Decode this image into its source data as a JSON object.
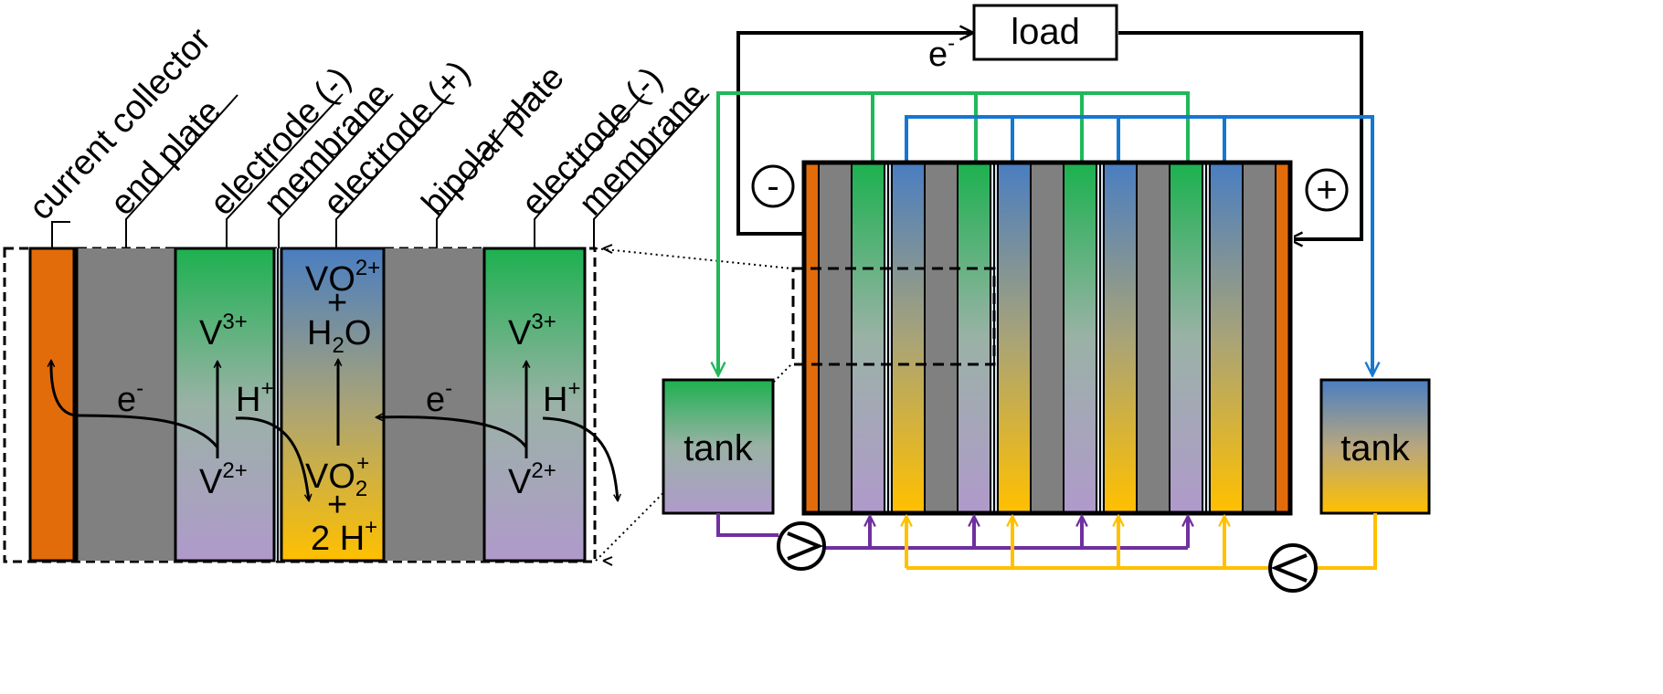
{
  "left_detail": {
    "labels": {
      "current_collector": "current collector",
      "end_plate": "end plate",
      "electrode_neg_1": "electrode (-)",
      "membrane_1": "membrane",
      "electrode_pos": "electrode (+)",
      "bipolar_plate": "bipolar plate",
      "electrode_neg_2": "electrode (-)",
      "membrane_2": "membrane"
    },
    "ions": {
      "v3_base": "V",
      "v3_sup": "3+",
      "v2_base": "V",
      "v2_sup": "2+",
      "h_base": "H",
      "h_sup": "+",
      "e_base": "e",
      "e_sup": "-",
      "vo2plus_base": "VO",
      "vo2plus_sup": "2+",
      "plus": "+",
      "h2o_h": "H",
      "h2o_sub": "2",
      "h2o_o": "O",
      "vo2_base": "VO",
      "vo2_sub": "2",
      "vo2_sup": "+",
      "twoh_base": "2 H",
      "twoh_sup": "+"
    }
  },
  "system": {
    "load_label": "load",
    "electron_base": "e",
    "electron_sup": "-",
    "neg_terminal": "-",
    "pos_terminal": "+",
    "tank_left_label": "tank",
    "tank_right_label": "tank"
  },
  "colors": {
    "orange": "#E36C0A",
    "gray": "#808080",
    "green": "#1DB150",
    "blue": "#4A7EC1",
    "lavender": "#B09ACB",
    "yellow": "#FFC000",
    "pipe_green": "#1FB959",
    "pipe_blue": "#1577D2",
    "pipe_purple": "#7030A0",
    "pipe_yellow": "#FFC000"
  }
}
